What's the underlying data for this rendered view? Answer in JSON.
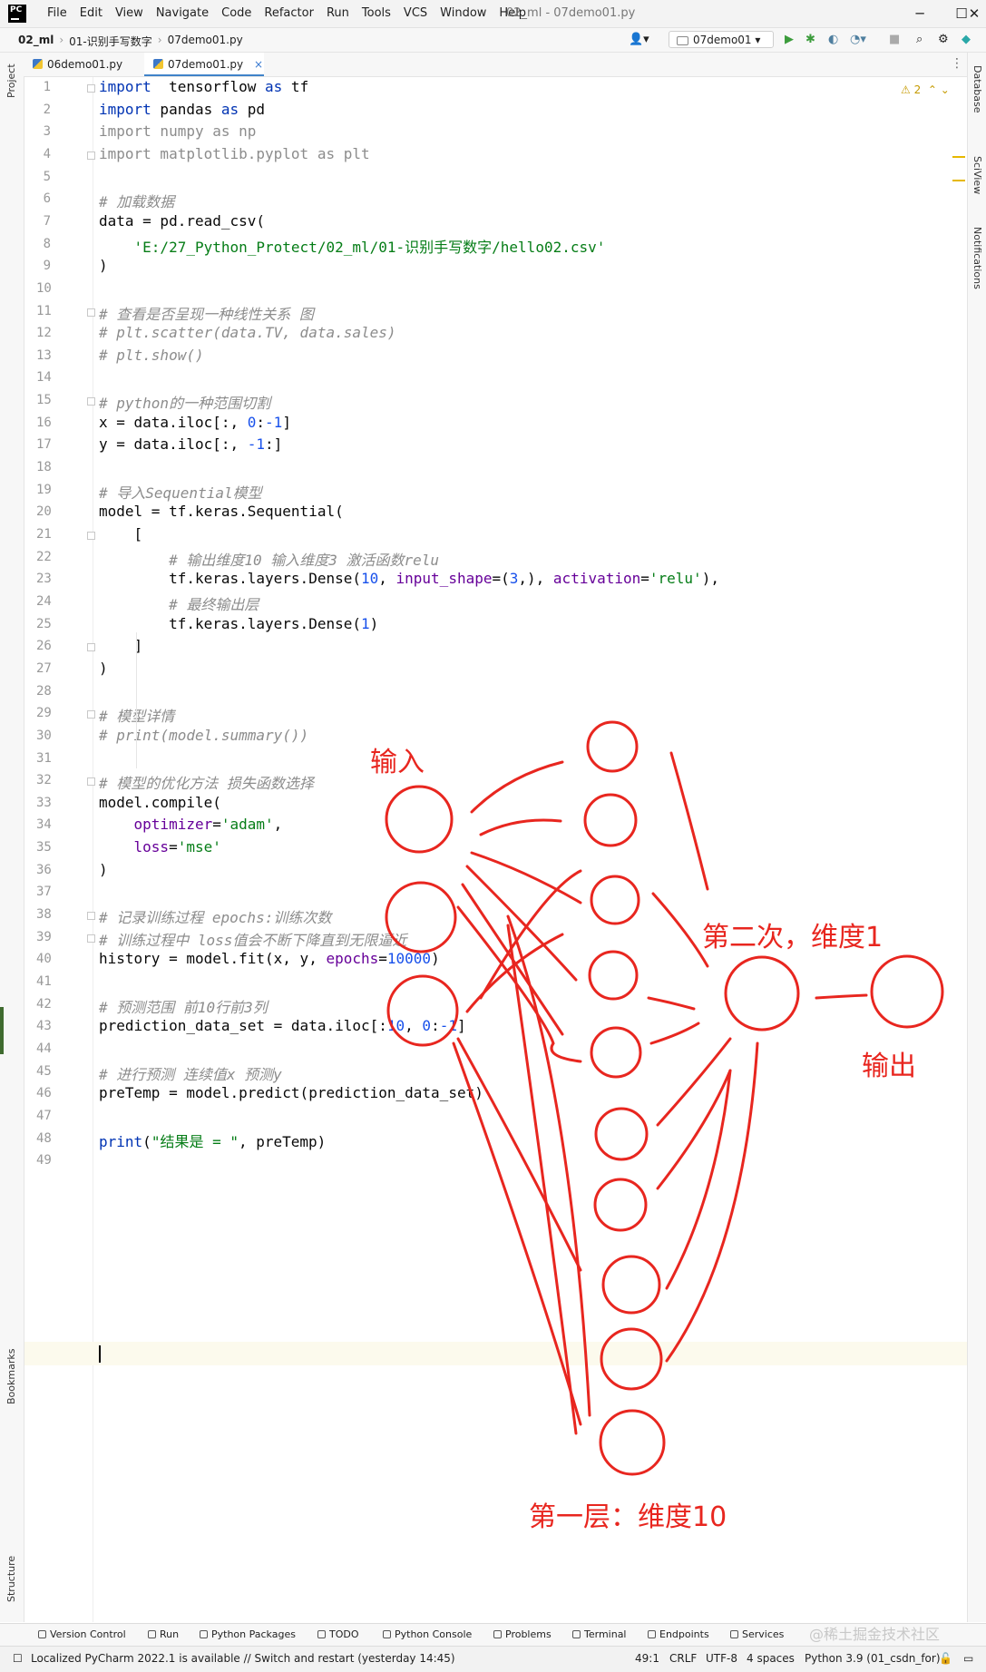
{
  "titlebar": {
    "logo": "PC",
    "menu": [
      "File",
      "Edit",
      "View",
      "Navigate",
      "Code",
      "Refactor",
      "Run",
      "Tools",
      "VCS",
      "Window",
      "Help"
    ],
    "title": "02_ml - 07demo01.py",
    "minimize": "─",
    "maximize": "☐",
    "close": "✕"
  },
  "navbar": {
    "crumbs": [
      "02_ml",
      "01-识别手写数字",
      "07demo01.py"
    ],
    "run_config": "07demo01"
  },
  "tabs": [
    {
      "label": "06demo01.py",
      "active": false
    },
    {
      "label": "07demo01.py",
      "active": true
    }
  ],
  "close_glyph": "×",
  "left_tool_labels": {
    "project": "Project",
    "bookmarks": "Bookmarks",
    "structure": "Structure"
  },
  "right_tool_labels": {
    "database": "Database",
    "sciview": "SciView",
    "notifications": "Notifications"
  },
  "inspection": {
    "warnings": "2"
  },
  "code_lines": [
    {
      "n": "1",
      "tokens": [
        [
          "kw",
          "import"
        ],
        [
          "",
          "  tensorflow "
        ],
        [
          "kw",
          "as"
        ],
        [
          "",
          " tf"
        ]
      ]
    },
    {
      "n": "2",
      "tokens": [
        [
          "kw",
          "import"
        ],
        [
          "",
          " pandas "
        ],
        [
          "kw",
          "as"
        ],
        [
          "",
          " pd"
        ]
      ]
    },
    {
      "n": "3",
      "tokens": [
        [
          "dim",
          "import numpy as np"
        ]
      ]
    },
    {
      "n": "4",
      "tokens": [
        [
          "dim",
          "import matplotlib.pyplot as plt"
        ]
      ]
    },
    {
      "n": "5",
      "tokens": []
    },
    {
      "n": "6",
      "tokens": [
        [
          "cm",
          "# 加载数据"
        ]
      ]
    },
    {
      "n": "7",
      "tokens": [
        [
          "",
          "data = pd.read_csv("
        ]
      ]
    },
    {
      "n": "8",
      "tokens": [
        [
          "",
          "    "
        ],
        [
          "str",
          "'E:/27_Python_Protect/02_ml/01-识别手写数字/hello02.csv'"
        ]
      ]
    },
    {
      "n": "9",
      "tokens": [
        [
          "",
          ")"
        ]
      ]
    },
    {
      "n": "10",
      "tokens": []
    },
    {
      "n": "11",
      "tokens": [
        [
          "cm",
          "# 查看是否呈现一种线性关系 图"
        ]
      ]
    },
    {
      "n": "12",
      "tokens": [
        [
          "cm",
          "# plt.scatter(data.TV, data.sales)"
        ]
      ]
    },
    {
      "n": "13",
      "tokens": [
        [
          "cm",
          "# plt.show()"
        ]
      ]
    },
    {
      "n": "14",
      "tokens": []
    },
    {
      "n": "15",
      "tokens": [
        [
          "cm",
          "# python的一种范围切割"
        ]
      ]
    },
    {
      "n": "16",
      "tokens": [
        [
          "",
          "x = data.iloc[:, "
        ],
        [
          "num",
          "0"
        ],
        [
          "",
          ":"
        ],
        [
          "num",
          "-1"
        ],
        [
          "",
          "]"
        ]
      ]
    },
    {
      "n": "17",
      "tokens": [
        [
          "",
          "y = data.iloc[:, "
        ],
        [
          "num",
          "-1"
        ],
        [
          "",
          ":]"
        ]
      ]
    },
    {
      "n": "18",
      "tokens": []
    },
    {
      "n": "19",
      "tokens": [
        [
          "cm",
          "# 导入Sequential模型"
        ]
      ]
    },
    {
      "n": "20",
      "tokens": [
        [
          "",
          "model = tf.keras.Sequential("
        ]
      ]
    },
    {
      "n": "21",
      "tokens": [
        [
          "",
          "    ["
        ]
      ]
    },
    {
      "n": "22",
      "tokens": [
        [
          "",
          "        "
        ],
        [
          "cm",
          "# 输出维度10 输入维度3 激活函数relu"
        ]
      ]
    },
    {
      "n": "23",
      "tokens": [
        [
          "",
          "        tf.keras.layers.Dense("
        ],
        [
          "num",
          "10"
        ],
        [
          "",
          ", "
        ],
        [
          "param",
          "input_shape"
        ],
        [
          "",
          "=("
        ],
        [
          "num",
          "3"
        ],
        [
          "",
          ",), "
        ],
        [
          "param",
          "activation"
        ],
        [
          "",
          "="
        ],
        [
          "str",
          "'relu'"
        ],
        [
          "",
          "),"
        ]
      ]
    },
    {
      "n": "24",
      "tokens": [
        [
          "",
          "        "
        ],
        [
          "cm",
          "# 最终输出层"
        ]
      ]
    },
    {
      "n": "25",
      "tokens": [
        [
          "",
          "        tf.keras.layers.Dense("
        ],
        [
          "num",
          "1"
        ],
        [
          "",
          ")"
        ]
      ]
    },
    {
      "n": "26",
      "tokens": [
        [
          "",
          "    ]"
        ]
      ]
    },
    {
      "n": "27",
      "tokens": [
        [
          "",
          ")"
        ]
      ]
    },
    {
      "n": "28",
      "tokens": []
    },
    {
      "n": "29",
      "tokens": [
        [
          "cm",
          "# 模型详情"
        ]
      ]
    },
    {
      "n": "30",
      "tokens": [
        [
          "cm",
          "# print(model.summary())"
        ]
      ]
    },
    {
      "n": "31",
      "tokens": []
    },
    {
      "n": "32",
      "tokens": [
        [
          "cm",
          "# 模型的优化方法 损失函数选择"
        ]
      ]
    },
    {
      "n": "33",
      "tokens": [
        [
          "",
          "model.compile("
        ]
      ]
    },
    {
      "n": "34",
      "tokens": [
        [
          "",
          "    "
        ],
        [
          "param",
          "optimizer"
        ],
        [
          "",
          "="
        ],
        [
          "str",
          "'adam'"
        ],
        [
          "",
          ","
        ]
      ]
    },
    {
      "n": "35",
      "tokens": [
        [
          "",
          "    "
        ],
        [
          "param",
          "loss"
        ],
        [
          "",
          "="
        ],
        [
          "str",
          "'mse'"
        ]
      ]
    },
    {
      "n": "36",
      "tokens": [
        [
          "",
          ")"
        ]
      ]
    },
    {
      "n": "37",
      "tokens": []
    },
    {
      "n": "38",
      "tokens": [
        [
          "cm",
          "# 记录训练过程 epochs:训练次数"
        ]
      ]
    },
    {
      "n": "39",
      "tokens": [
        [
          "cm",
          "# 训练过程中 loss值会不断下降直到无限逼近"
        ]
      ]
    },
    {
      "n": "40",
      "tokens": [
        [
          "",
          "history = model.fit(x, y, "
        ],
        [
          "param",
          "epochs"
        ],
        [
          "",
          "="
        ],
        [
          "num",
          "10000"
        ],
        [
          "",
          ")"
        ]
      ]
    },
    {
      "n": "41",
      "tokens": []
    },
    {
      "n": "42",
      "tokens": [
        [
          "cm",
          "# 预测范围 前10行前3列"
        ]
      ]
    },
    {
      "n": "43",
      "tokens": [
        [
          "",
          "prediction_data_set = data.iloc[:"
        ],
        [
          "num",
          "10"
        ],
        [
          "",
          ", "
        ],
        [
          "num",
          "0"
        ],
        [
          "",
          ":"
        ],
        [
          "num",
          "-1"
        ],
        [
          "",
          "]"
        ]
      ]
    },
    {
      "n": "44",
      "tokens": []
    },
    {
      "n": "45",
      "tokens": [
        [
          "cm",
          "# 进行预测 连续值x 预测y"
        ]
      ]
    },
    {
      "n": "46",
      "tokens": [
        [
          "",
          "preTemp = model.predict(prediction_data_set)"
        ]
      ]
    },
    {
      "n": "47",
      "tokens": []
    },
    {
      "n": "48",
      "tokens": [
        [
          "kw",
          "print"
        ],
        [
          "",
          "("
        ],
        [
          "str",
          "\"结果是 = \""
        ],
        [
          "",
          ", preTemp)"
        ]
      ]
    },
    {
      "n": "49",
      "tokens": []
    }
  ],
  "tool_windows": [
    "Version Control",
    "Run",
    "Python Packages",
    "TODO",
    "Python Console",
    "Problems",
    "Terminal",
    "Endpoints",
    "Services"
  ],
  "watermark": "@稀土掘金技术社区",
  "status": {
    "message": "Localized PyCharm 2022.1 is available // Switch and restart (yesterday 14:45)",
    "position": "49:1",
    "line_sep": "CRLF",
    "encoding": "UTF-8",
    "indent": "4 spaces",
    "interpreter": "Python 3.9 (01_csdn_for)"
  },
  "annotations": {
    "input_label": "输入",
    "second_label": "第二次，维度1",
    "output_label": "输出",
    "first_layer_label": "第一层：维度10",
    "stroke_color": "#e8261f"
  }
}
